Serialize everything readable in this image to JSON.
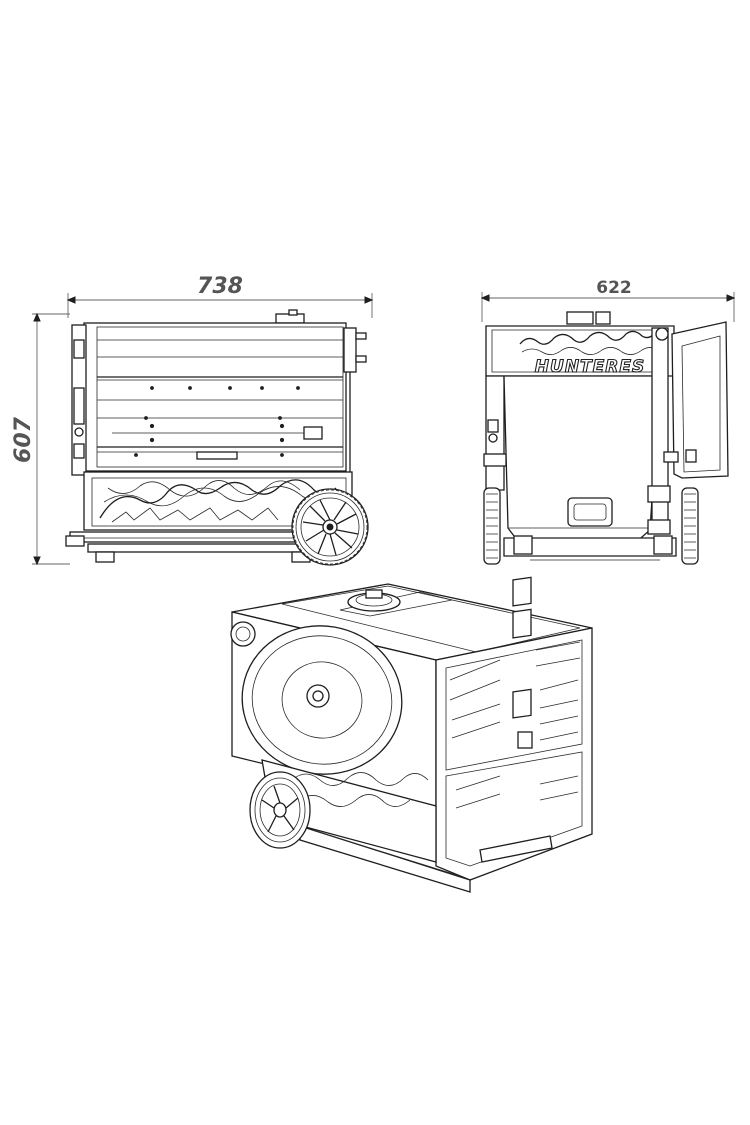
{
  "dimensions": {
    "width": "738",
    "depth": "622",
    "height": "607"
  },
  "brand": {
    "logo_text": "HUNTERES"
  },
  "colors": {
    "line": "#1e1e1e",
    "dimension_text": "#555555",
    "background": "#ffffff"
  }
}
